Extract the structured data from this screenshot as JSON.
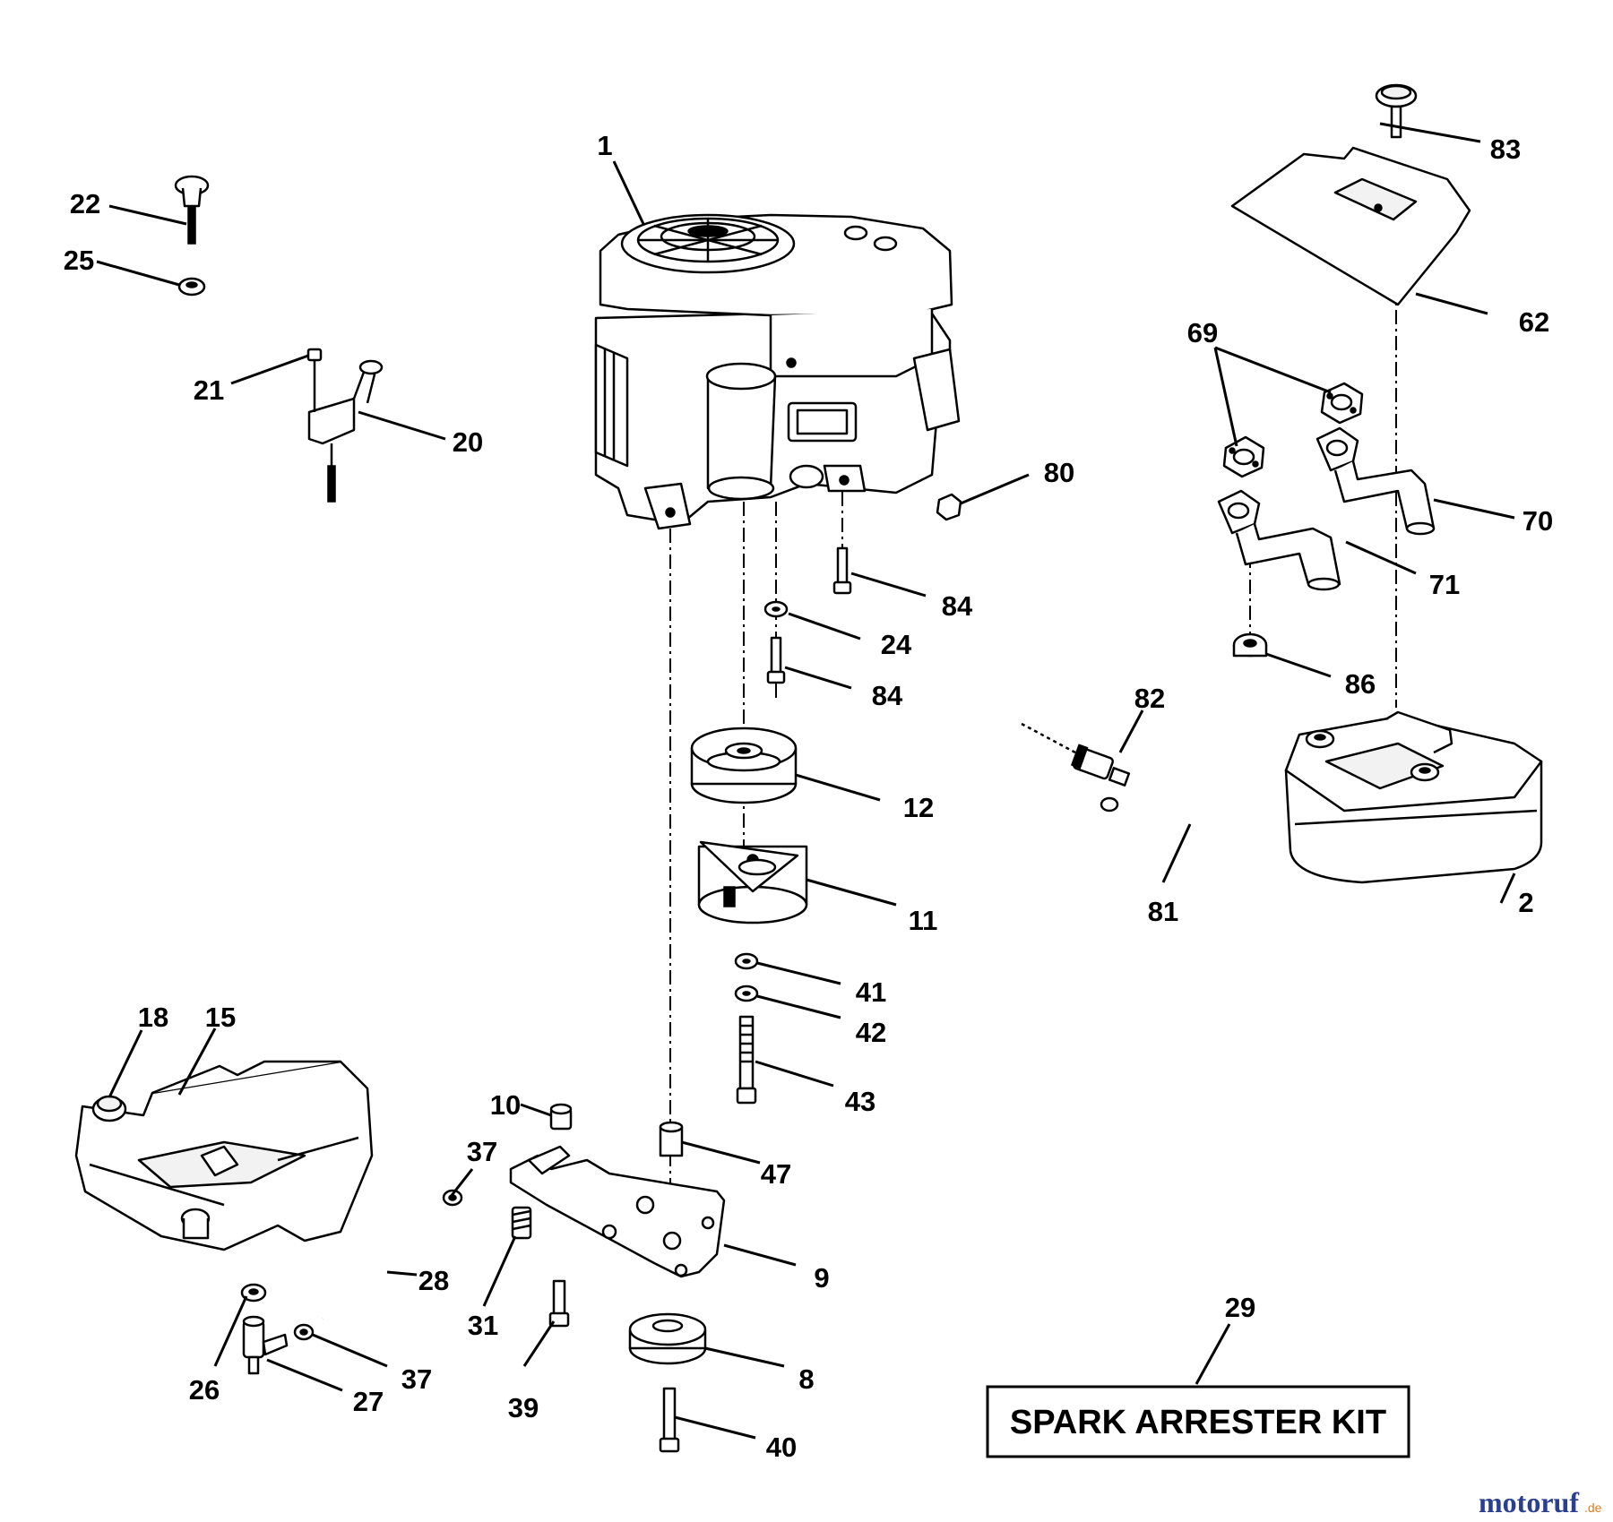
{
  "callouts": {
    "c1": "1",
    "c2": "2",
    "c8": "8",
    "c9": "9",
    "c10": "10",
    "c11": "11",
    "c12": "12",
    "c15": "15",
    "c18": "18",
    "c20": "20",
    "c21": "21",
    "c22": "22",
    "c24": "24",
    "c25": "25",
    "c26": "26",
    "c27": "27",
    "c28": "28",
    "c29": "29",
    "c31": "31",
    "c37a": "37",
    "c37b": "37",
    "c39": "39",
    "c40": "40",
    "c41": "41",
    "c42": "42",
    "c43": "43",
    "c47": "47",
    "c62": "62",
    "c69": "69",
    "c70": "70",
    "c71": "71",
    "c80": "80",
    "c81": "81",
    "c82": "82",
    "c83": "83",
    "c84a": "84",
    "c84b": "84",
    "c86": "86"
  },
  "kit_label": "SPARK ARRESTER KIT",
  "watermark": {
    "main": "motoruf",
    "sub": ".de"
  },
  "colors": {
    "watermark": "#2a3f8f",
    "watermark_accent": "#e07a1f"
  }
}
